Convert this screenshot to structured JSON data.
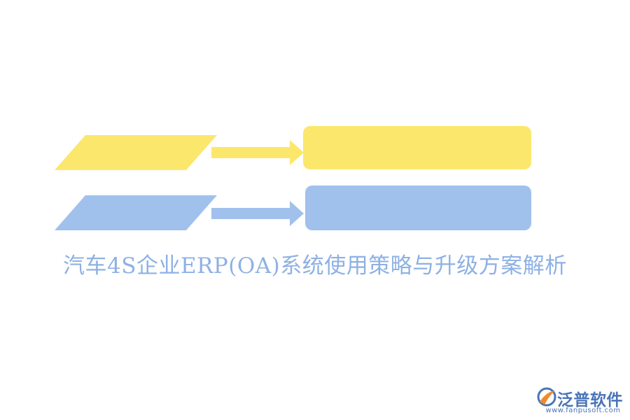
{
  "diagram": {
    "title": "汽车4S企业ERP(OA)系统使用策略与升级方案解析",
    "rows": [
      {
        "id": "row-1",
        "color": "#fce76d"
      },
      {
        "id": "row-2",
        "color": "#a1c1ed"
      }
    ],
    "title_color": "#8eb1e4"
  },
  "logo": {
    "brand": "泛普软件",
    "url": "www.fanpusoft.com",
    "brand_color": "#4a74b8",
    "accent_color": "#f08a2c",
    "icon": "fanpu-logo-mark"
  }
}
